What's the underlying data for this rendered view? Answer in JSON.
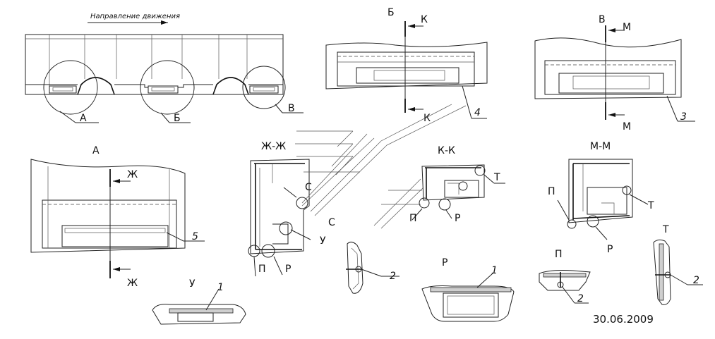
{
  "direction_label": "Направление движения",
  "callouts": {
    "a": "А",
    "b": "Б",
    "v": "В"
  },
  "views": {
    "b_title": "Б",
    "v_title": "В",
    "a_title": "А",
    "zh_title": "Ж-Ж",
    "kk_title": "К-К",
    "mm_title": "М-М",
    "p_title": "П",
    "r_title": "Р",
    "t_title": "Т",
    "u_title": "У"
  },
  "section_marks": {
    "k": "К",
    "m": "М",
    "zh": "Ж"
  },
  "detail_marks": {
    "s": "С",
    "p": "П",
    "r": "Р",
    "t": "Т",
    "u": "У"
  },
  "part_numbers": {
    "one": "1",
    "two": "2",
    "three": "3",
    "four": "4",
    "five": "5"
  },
  "date": "30.06.2009"
}
